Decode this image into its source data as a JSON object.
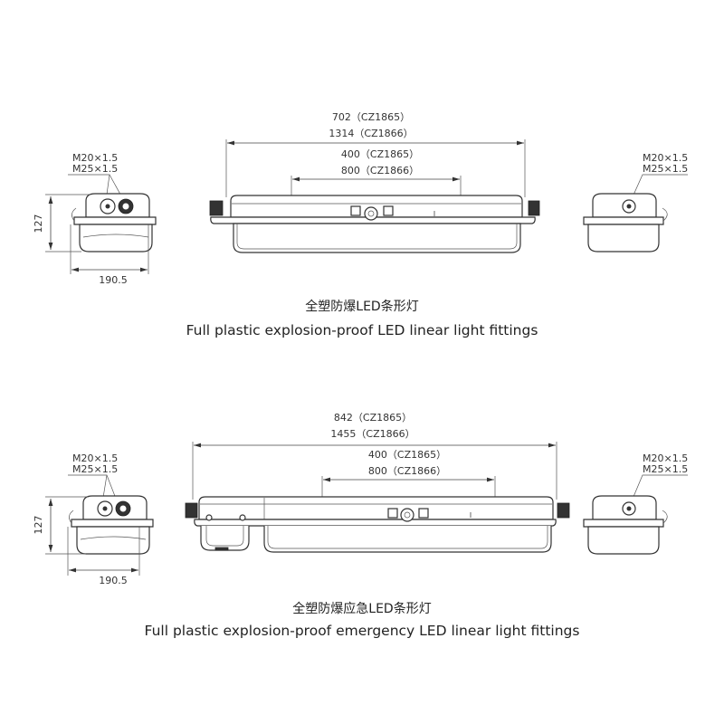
{
  "sections": [
    {
      "overall_dim": [
        "702（CZ1865）",
        "1314（CZ1866）"
      ],
      "mount_dim": [
        "400（CZ1865）",
        "800（CZ1866）"
      ],
      "left_threads": [
        "M20×1.5",
        "M25×1.5"
      ],
      "right_threads": [
        "M20×1.5",
        "M25×1.5"
      ],
      "height_dim": "127",
      "width_dim": "190.5",
      "caption_cn": "全塑防爆LED条形灯",
      "caption_en": "Full plastic explosion-proof LED linear light fittings"
    },
    {
      "overall_dim": [
        "842（CZ1865）",
        "1455（CZ1866）"
      ],
      "mount_dim": [
        "400（CZ1865）",
        "800（CZ1866）"
      ],
      "left_threads": [
        "M20×1.5",
        "M25×1.5"
      ],
      "right_threads": [
        "M20×1.5",
        "M25×1.5"
      ],
      "height_dim": "127",
      "width_dim": "190.5",
      "caption_cn": "全塑防爆应急LED条形灯",
      "caption_en": "Full plastic explosion-proof emergency LED linear light fittings"
    }
  ]
}
